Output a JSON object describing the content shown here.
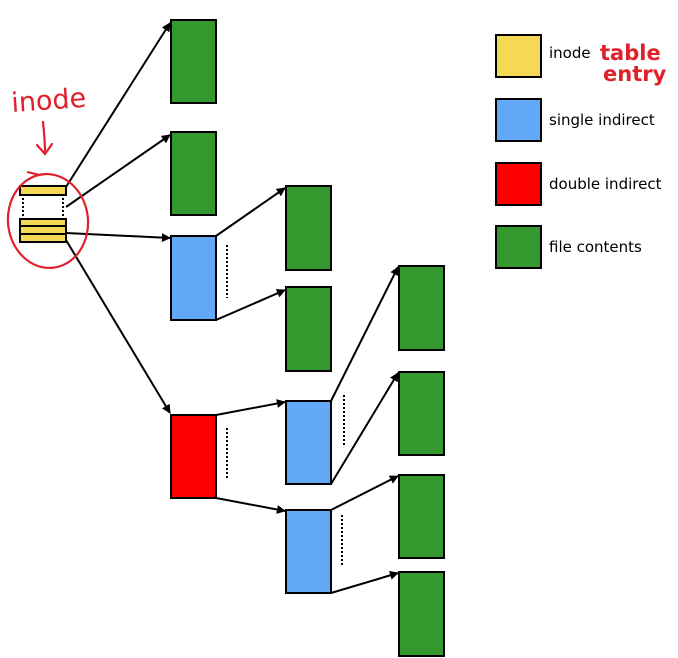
{
  "colors": {
    "inode": "#f5d955",
    "single_indirect": "#62a8f7",
    "double_indirect": "#fe0000",
    "file_contents": "#35982e",
    "annotation": "#e0202a",
    "stroke": "#000000"
  },
  "legend": [
    {
      "key": "inode",
      "label": "inode"
    },
    {
      "key": "single_indirect",
      "label": "single indirect"
    },
    {
      "key": "double_indirect",
      "label": "double indirect"
    },
    {
      "key": "file_contents",
      "label": "file contents"
    }
  ],
  "annotations": {
    "inode_note": "inode",
    "table_note_line1": "table",
    "table_note_line2": "entry"
  }
}
